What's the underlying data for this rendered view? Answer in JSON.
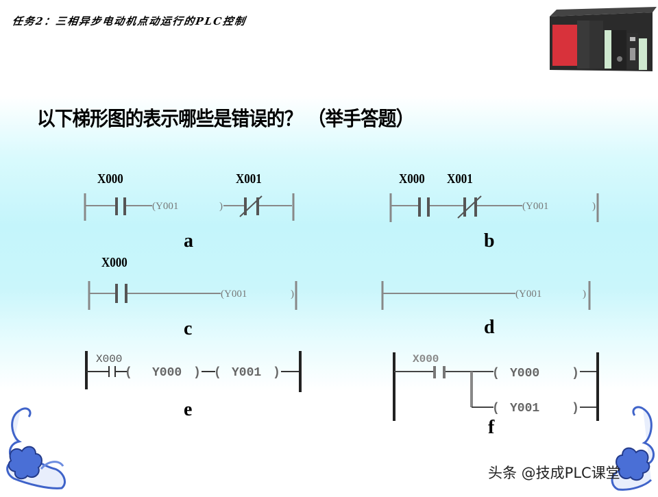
{
  "header": {
    "title": "任务2：三相异步电动机点动运行的PLC控制",
    "image": "plc-hardware-photo"
  },
  "question": {
    "text": "以下梯形图的表示哪些是错误的？ （举手答题）"
  },
  "diagrams": {
    "a": {
      "letter": "a",
      "contact1": "X000",
      "coil": "(Y001",
      "coil_close": ")",
      "contact2": "X001",
      "contact2_type": "normally-closed"
    },
    "b": {
      "letter": "b",
      "contact1": "X000",
      "contact2": "X001",
      "contact2_type": "normally-closed",
      "coil": "(Y001",
      "coil_close": ")"
    },
    "c": {
      "letter": "c",
      "contact1": "X000",
      "coil": "(Y001",
      "coil_close": ")"
    },
    "d": {
      "letter": "d",
      "coil": "(Y001",
      "coil_close": ")"
    },
    "e": {
      "letter": "e",
      "contact1": "X000",
      "coil1": "Y000",
      "coil2": "Y001"
    },
    "f": {
      "letter": "f",
      "contact1": "X000",
      "coil1": "Y000",
      "coil2": "Y001"
    }
  },
  "watermark": {
    "text": "头条 @技成PLC课堂"
  },
  "colors": {
    "rail": "#888888",
    "rail_dark": "#222222",
    "background_top": "#ffffff",
    "background_mid": "#c4f5fb",
    "ornament_blue": "#3f63c9"
  }
}
